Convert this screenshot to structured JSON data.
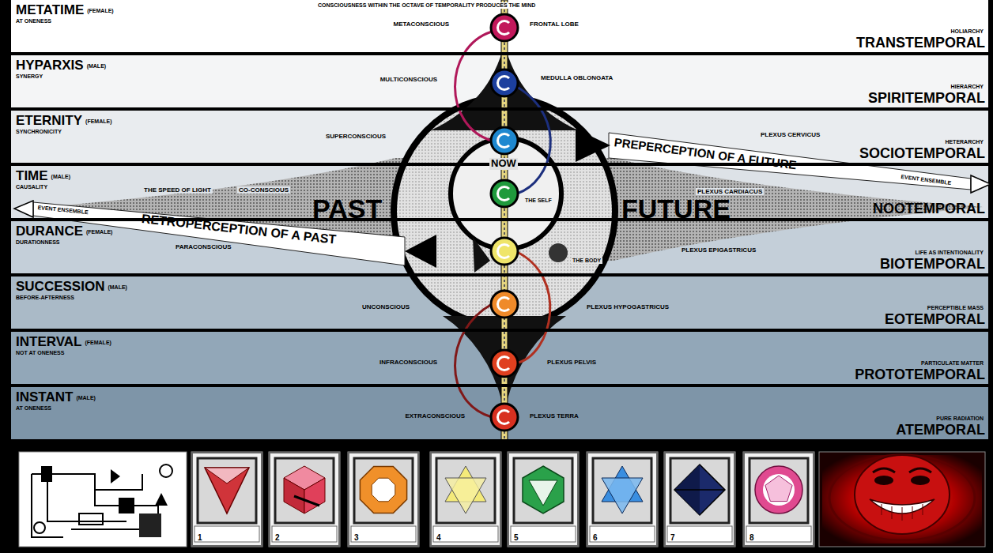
{
  "diagram": {
    "title": "CONSCIOUSNESS WITHIN THE OCTAVE OF TEMPORALITY PRODUCES THE MIND",
    "nodes": [
      {
        "text": [
          "METATIME",
          "(FEMALE)",
          "AT ONENESS",
          "METACONSCIOUS",
          "FRONTAL LOBE",
          "HOLIARCHY",
          "TRANSTEMPORAL"
        ]
      },
      {
        "text": [
          "HYPARXIS",
          "(MALE)",
          "SYNERGY",
          "MULTICONSCIOUS",
          "MEDULLA OBLONGATA",
          "HIERARCHY",
          "SPIRITEMPORAL"
        ]
      },
      {
        "text": [
          "ETERNITY",
          "(FEMALE)",
          "SYNCHRONICITY",
          "SUPERCONSCIOUS",
          "PLEXUS CERVICUS",
          "HETERARCHY",
          "SOCIOTEMPORAL"
        ]
      },
      {
        "text": [
          "TIME",
          "(MALE)",
          "CAUSALITY",
          "THE SPEED OF LIGHT",
          "CO-CONSCIOUS",
          "PLEXUS CARDIACUS",
          "NOOTEMPORAL"
        ]
      },
      {
        "text": [
          "DURANCE",
          "(FEMALE)",
          "DURATIONNESS",
          "PARACONSCIOUS",
          "PLEXUS EPIGASTRICUS",
          "LIFE AS INTENTIONALITY",
          "BIOTEMPORAL"
        ]
      },
      {
        "text": [
          "SUCCESSION",
          "(MALE)",
          "BEFORE-AFTERNESS",
          "UNCONSCIOUS",
          "PLEXUS HYPOGASTRICUS",
          "PERCEPTIBLE MASS",
          "EOTEMPORAL"
        ]
      },
      {
        "text": [
          "INTERVAL",
          "(FEMALE)",
          "NOT AT ONENESS",
          "INFRACONSCIOUS",
          "PLEXUS PELVIS",
          "PARTICULATE MATTER",
          "PROTOTEMPORAL"
        ]
      },
      {
        "text": [
          "INSTANT",
          "(MALE)",
          "AT ONENESS",
          "EXTRACONSCIOUS",
          "PLEXUS TERRA",
          "PURE RADIATION",
          "ATEMPORAL"
        ]
      },
      {
        "text": [
          "1"
        ]
      },
      {
        "text": [
          "2"
        ]
      },
      {
        "text": [
          "3"
        ]
      },
      {
        "text": [
          "4"
        ]
      },
      {
        "text": [
          "5"
        ]
      },
      {
        "text": [
          "6"
        ]
      },
      {
        "text": [
          "7"
        ]
      },
      {
        "text": [
          "8"
        ]
      }
    ],
    "labels": [
      "NOW",
      "PAST",
      "FUTURE",
      "THE SELF",
      "THE BODY",
      "PREPERCEPTION OF A FUTURE",
      "EVENT ENSEMBLE",
      "RETROPERCEPTION OF A PAST",
      "EVENT ENSEMBLE"
    ]
  }
}
